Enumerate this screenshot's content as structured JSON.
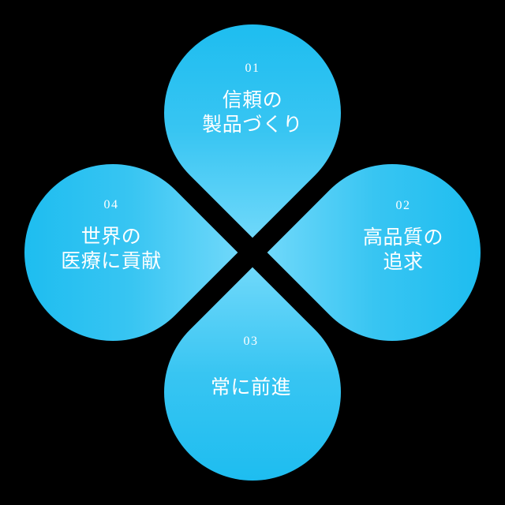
{
  "diagram": {
    "petals": [
      {
        "number": "01",
        "lines": [
          "信頼の",
          "製品づくり"
        ]
      },
      {
        "number": "02",
        "lines": [
          "高品質の",
          "追求"
        ]
      },
      {
        "number": "03",
        "lines": [
          "常に前進"
        ]
      },
      {
        "number": "04",
        "lines": [
          "世界の",
          "医療に貢献"
        ]
      }
    ]
  },
  "colors": {
    "background": "#000000",
    "text": "#ffffff",
    "gradient": {
      "outer": "#1ebdf0",
      "mid": "#38c5f2",
      "tip": "#6fd8fa"
    }
  }
}
